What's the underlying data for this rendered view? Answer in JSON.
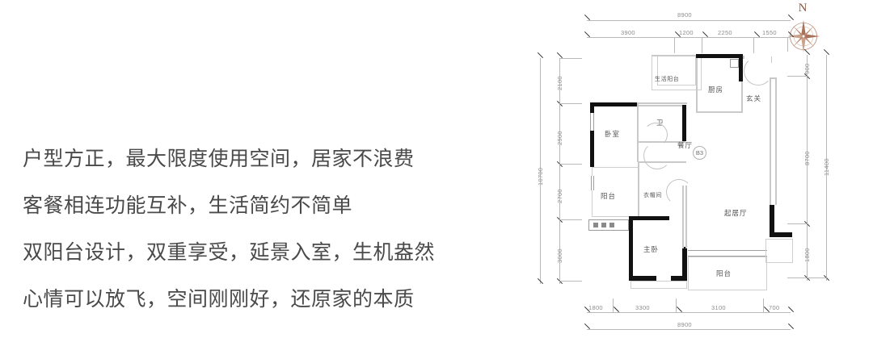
{
  "copy": {
    "lines": [
      "户型方正，最大限度使用空间，居家不浪费",
      "客餐相连功能互补，生活简约不简单",
      "双阳台设计，双重享受，延景入室，生机盎然",
      "心情可以放飞，空间刚刚好，还原家的本质"
    ]
  },
  "plan": {
    "unit_code": "B3",
    "compass": {
      "north_label": "N",
      "color": "#b5836a"
    },
    "rooms": [
      {
        "id": "life-balcony",
        "label": "生活阳台"
      },
      {
        "id": "kitchen",
        "label": "厨房"
      },
      {
        "id": "entry",
        "label": "玄关"
      },
      {
        "id": "bedroom",
        "label": "卧室"
      },
      {
        "id": "bathroom",
        "label": "卫"
      },
      {
        "id": "dining",
        "label": "餐厅"
      },
      {
        "id": "balcony-left",
        "label": "阳台"
      },
      {
        "id": "cloakroom",
        "label": "衣帽间"
      },
      {
        "id": "master",
        "label": "主卧"
      },
      {
        "id": "living",
        "label": "起居厅"
      },
      {
        "id": "balcony-right",
        "label": "阳台"
      }
    ],
    "dimensions": {
      "top_total": "8900",
      "top_segments": [
        "3900",
        "1200",
        "2250",
        "1550"
      ],
      "bottom_total": "8900",
      "bottom_segments": [
        "1800",
        "3300",
        "3100",
        "700"
      ],
      "left_total": "10700",
      "left_segments": [
        "2100",
        "2900",
        "2700",
        "3000"
      ],
      "right_total": "11400",
      "right_segments": [
        "900",
        "8700",
        "1800"
      ]
    }
  }
}
